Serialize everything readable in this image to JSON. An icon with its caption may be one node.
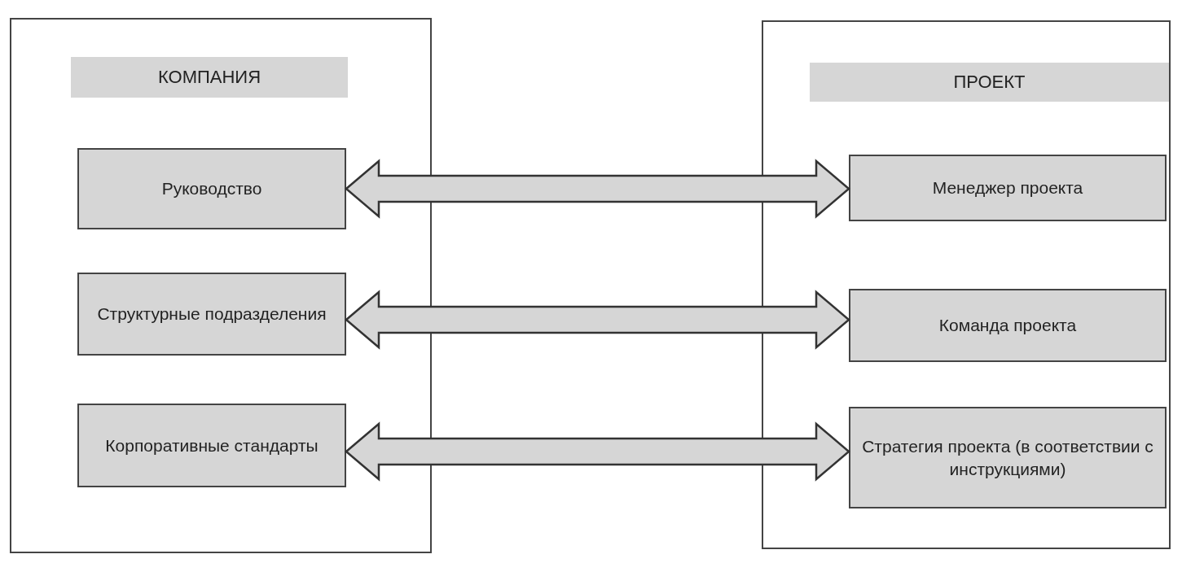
{
  "diagram": {
    "nodes": [
      {
        "text": [
          "КОМПАНИЯ"
        ]
      },
      {
        "text": [
          "Руководство"
        ],
        "in": 0
      },
      {
        "text": [
          "Структурные подразделения"
        ],
        "in": 0
      },
      {
        "text": [
          "Корпоративные стандарты"
        ],
        "in": 0
      },
      {
        "text": [
          "ПРОЕКТ"
        ]
      },
      {
        "text": [
          "Менеджер проекта"
        ],
        "in": 4
      },
      {
        "text": [
          "Команда проекта"
        ],
        "in": 4
      },
      {
        "text": [
          "Стратегия проекта (в соответствии с инструкциями)"
        ],
        "in": 4
      }
    ],
    "edges": [
      {
        "from": 1,
        "to": 5,
        "arrow": "both"
      },
      {
        "from": 2,
        "to": 6,
        "arrow": "both"
      },
      {
        "from": 3,
        "to": 7,
        "arrow": "both"
      }
    ]
  }
}
